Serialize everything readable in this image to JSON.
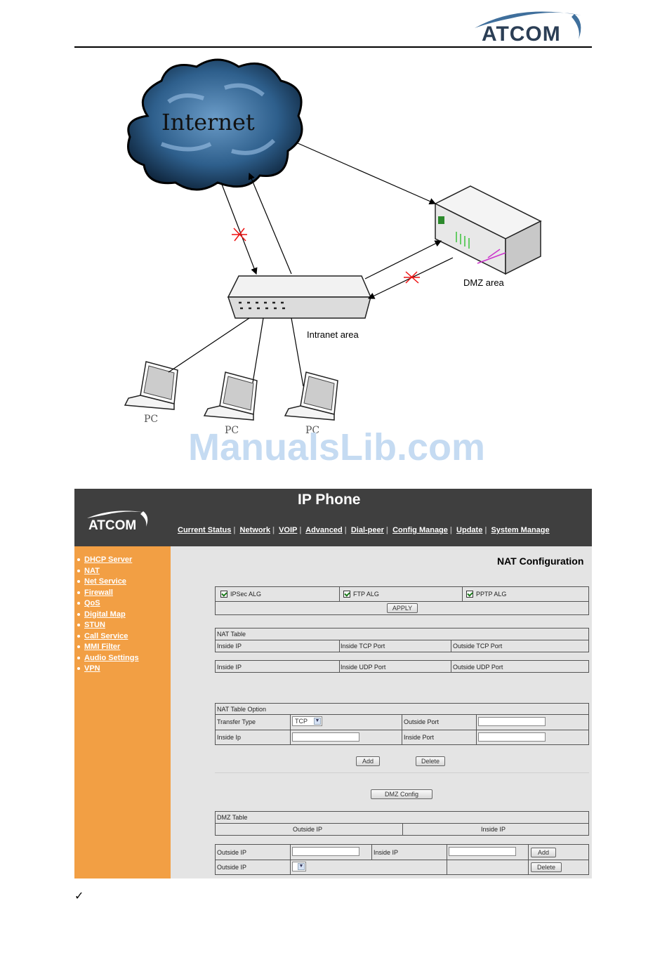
{
  "header": {
    "logo_text": "ATCOM"
  },
  "diagram": {
    "internet_label": "Internet",
    "dmz_label": "DMZ area",
    "intranet_label": "Intranet area",
    "pc_labels": [
      "PC",
      "PC",
      "PC"
    ]
  },
  "watermark": {
    "text": "ManualsLib.com"
  },
  "app": {
    "title": "IP Phone",
    "logo_text": "ATCOM",
    "nav": [
      "Current Status",
      "Network",
      "VOIP",
      "Advanced",
      "Dial-peer",
      "Config Manage",
      "Update",
      "System Manage"
    ],
    "sidebar": [
      "DHCP Server",
      "NAT",
      "Net Service",
      "Firewall",
      "QoS",
      "Digital Map",
      "STUN",
      "Call Service",
      "MMI Filter",
      "Audio Settings",
      "VPN"
    ],
    "page_title": "NAT Configuration",
    "alg": {
      "ipsec": "IPSec ALG",
      "ftp": "FTP ALG",
      "pptp": "PPTP ALG",
      "apply": "APPLY"
    },
    "nat_table": {
      "title": "NAT Table",
      "tcp_headers": [
        "Inside IP",
        "Inside TCP Port",
        "Outside TCP Port"
      ],
      "udp_headers": [
        "Inside IP",
        "Inside UDP Port",
        "Outside UDP Port"
      ]
    },
    "nat_option": {
      "title": "NAT Table Option",
      "transfer_type_label": "Transfer Type",
      "transfer_type_value": "TCP",
      "outside_port_label": "Outside Port",
      "inside_ip_label": "Inside Ip",
      "inside_port_label": "Inside Port",
      "add": "Add",
      "delete": "Delete"
    },
    "dmz": {
      "config_button": "DMZ Config",
      "table_title": "DMZ Table",
      "headers": [
        "Outside IP",
        "Inside IP"
      ],
      "outside_ip_label": "Outside IP",
      "inside_ip_label": "Inside IP",
      "outside_ip_label2": "Outside IP",
      "add": "Add",
      "delete": "Delete"
    }
  },
  "footer": {
    "check": "✓"
  }
}
